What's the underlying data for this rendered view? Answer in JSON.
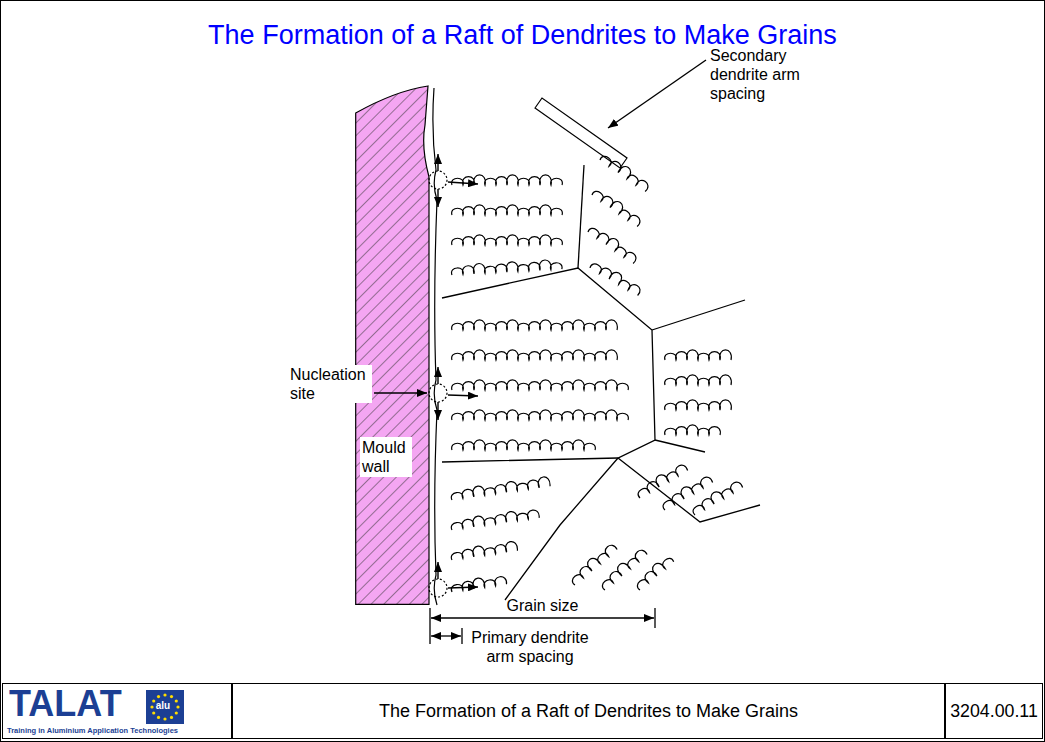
{
  "diagram": {
    "title": "The Formation of a Raft of Dendrites to Make Grains",
    "nodes": [
      {
        "text": [
          "Mould wall"
        ]
      },
      {
        "text": [
          "TALAT",
          "Training in Aluminium Application Technologies"
        ]
      },
      {
        "text": [
          "The Formation of a Raft of Dendrites to Make Grains"
        ]
      },
      {
        "text": [
          "3204.00.11"
        ]
      }
    ],
    "labels": [
      "Secondary dendrite arm spacing",
      "Nucleation site",
      "Grain size",
      "Primary dendrite arm spacing",
      "alu"
    ]
  }
}
